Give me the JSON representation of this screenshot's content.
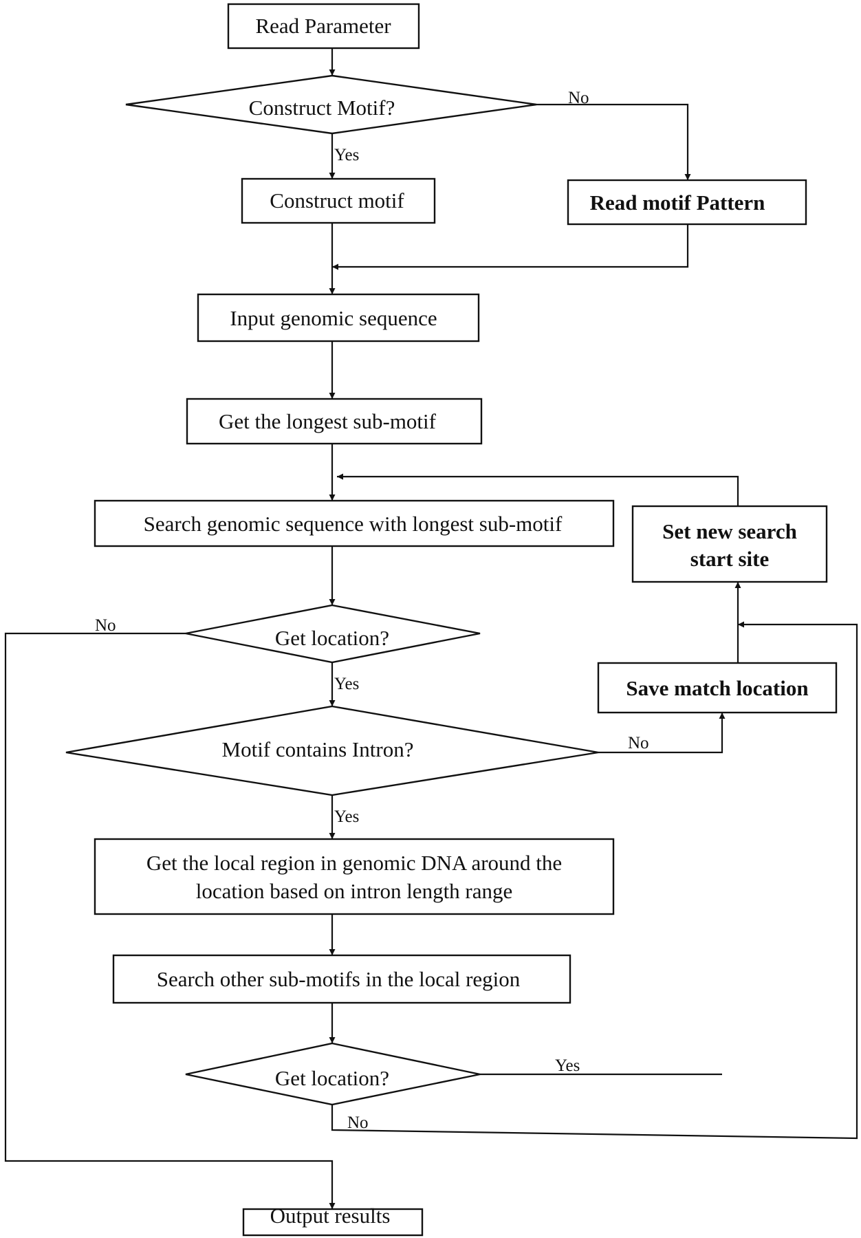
{
  "nodes": {
    "read_parameter": "Read Parameter",
    "construct_motif_q": "Construct Motif?",
    "construct_motif": "Construct motif",
    "read_motif_pattern": "Read motif Pattern",
    "input_genomic_sequence": "Input genomic sequence",
    "get_longest_sub_motif": "Get the longest sub-motif",
    "search_with_longest": "Search genomic sequence with longest sub-motif",
    "set_new_search_line1": "Set new search",
    "set_new_search_line2": "start site",
    "get_location_q1": "Get location?",
    "motif_contains_intron_q": "Motif contains Intron?",
    "save_match_location": "Save match location",
    "get_local_region_line1": "Get the local region in genomic DNA around the",
    "get_local_region_line2": "location based on intron length range",
    "search_other_sub_motifs": "Search other sub-motifs in the local region",
    "get_location_q2": "Get location?",
    "output_results": "Output results"
  },
  "edge_labels": {
    "construct_no": "No",
    "construct_yes": "Yes",
    "location1_no": "No",
    "location1_yes": "Yes",
    "intron_no": "No",
    "intron_yes": "Yes",
    "location2_yes": "Yes",
    "location2_no": "No"
  }
}
